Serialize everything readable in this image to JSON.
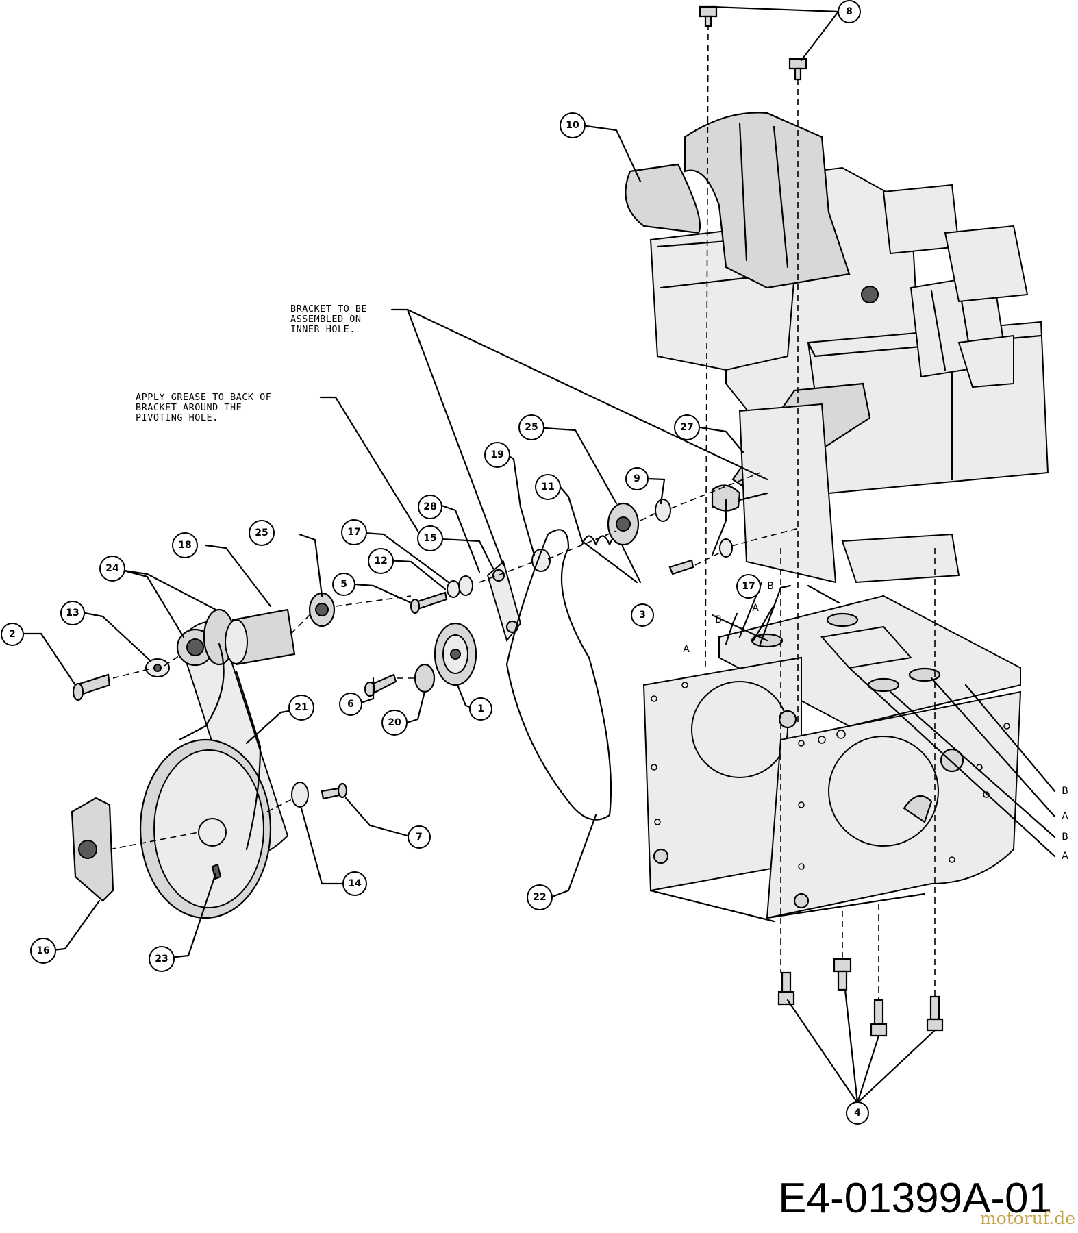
{
  "diagram": {
    "notes": {
      "bracket": "BRACKET TO BE\nASSEMBLED ON\nINNER HOLE.",
      "grease": "APPLY GREASE TO BACK OF\nBRACKET AROUND THE\nPIVOTING HOLE."
    },
    "drawing_code": "E4-01399A-01",
    "watermark": "motoruf.de",
    "callouts": [
      "1",
      "2",
      "3",
      "4",
      "5",
      "6",
      "7",
      "8",
      "9",
      "10",
      "11",
      "12",
      "13",
      "14",
      "15",
      "16",
      "17",
      "18",
      "19",
      "20",
      "21",
      "22",
      "23",
      "24",
      "25",
      "27",
      "28"
    ],
    "attach_letters": [
      "A",
      "B"
    ]
  }
}
